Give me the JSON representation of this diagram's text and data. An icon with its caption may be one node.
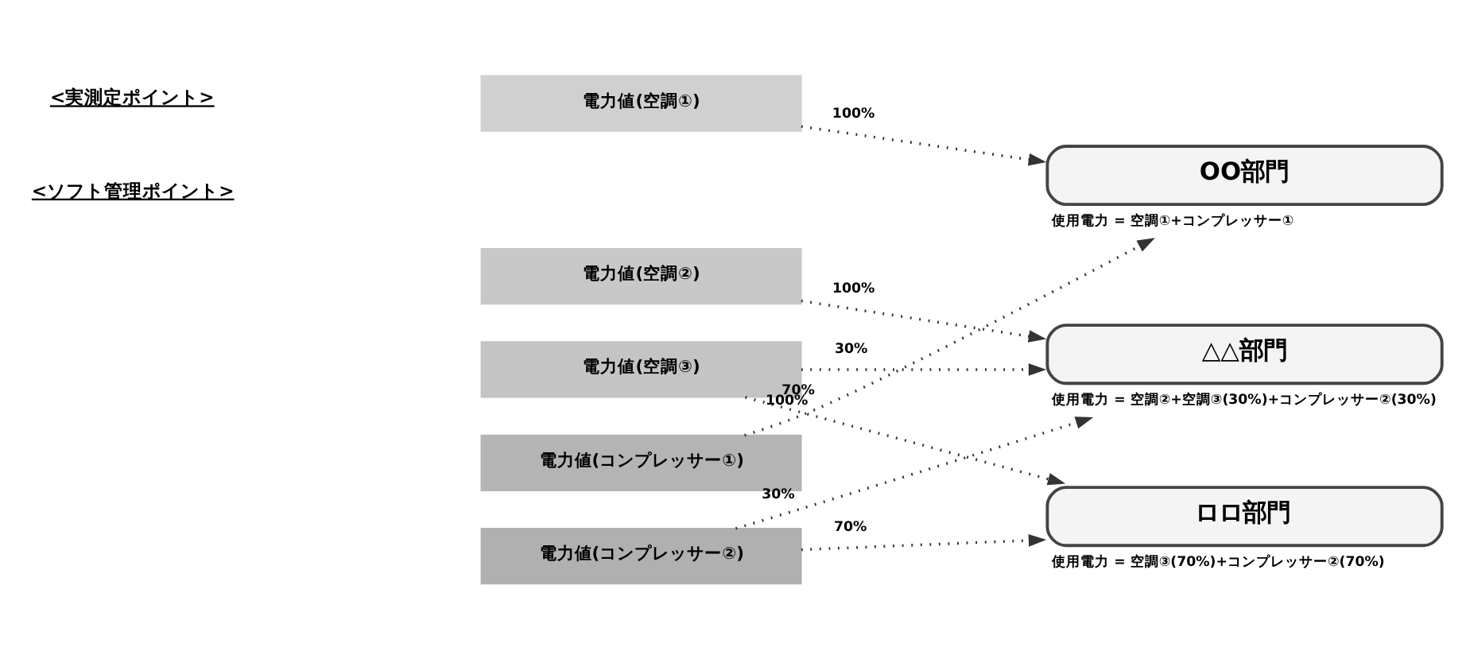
{
  "diagram": {
    "nodes": [
      {
        "text": [
          "電力値(空調①)"
        ]
      },
      {
        "text": [
          "電力値(空調②)"
        ]
      },
      {
        "text": [
          "電力値(空調③)"
        ]
      },
      {
        "text": [
          "電力値(コンプレッサー①)"
        ]
      },
      {
        "text": [
          "電力値(コンプレッサー②)"
        ]
      },
      {
        "text": [
          "OO部門"
        ],
        "beside": [
          "使用電力 = 空調①+コンプレッサー①"
        ]
      },
      {
        "text": [
          "△△部門"
        ],
        "beside": [
          "使用電力 = 空調②+空調③(30%)+コンプレッサー②(30%)"
        ]
      },
      {
        "text": [
          "ロロ部門"
        ],
        "beside": [
          "使用電力 = 空調③(70%)+コンプレッサー②(70%)"
        ]
      }
    ],
    "edges": [
      {
        "from": 0,
        "to": 5,
        "arrow": "to",
        "label": "100%",
        "style": "dashed"
      },
      {
        "from": 1,
        "to": 6,
        "arrow": "to",
        "label": "100%",
        "style": "dashed"
      },
      {
        "from": 2,
        "to": 6,
        "arrow": "to",
        "label": "30%",
        "style": "dashed"
      },
      {
        "from": 2,
        "to": 7,
        "arrow": "to",
        "label": "70%",
        "style": "dashed"
      },
      {
        "from": 3,
        "to": 5,
        "arrow": "to",
        "label": "100%",
        "style": "dashed"
      },
      {
        "from": 4,
        "to": 6,
        "arrow": "to",
        "label": "30%",
        "style": "dashed"
      },
      {
        "from": 4,
        "to": 7,
        "arrow": "to",
        "label": "70%",
        "style": "dashed"
      }
    ],
    "labels": [
      "<実測定ポイント>",
      "<ソフト管理ポイント>"
    ]
  }
}
